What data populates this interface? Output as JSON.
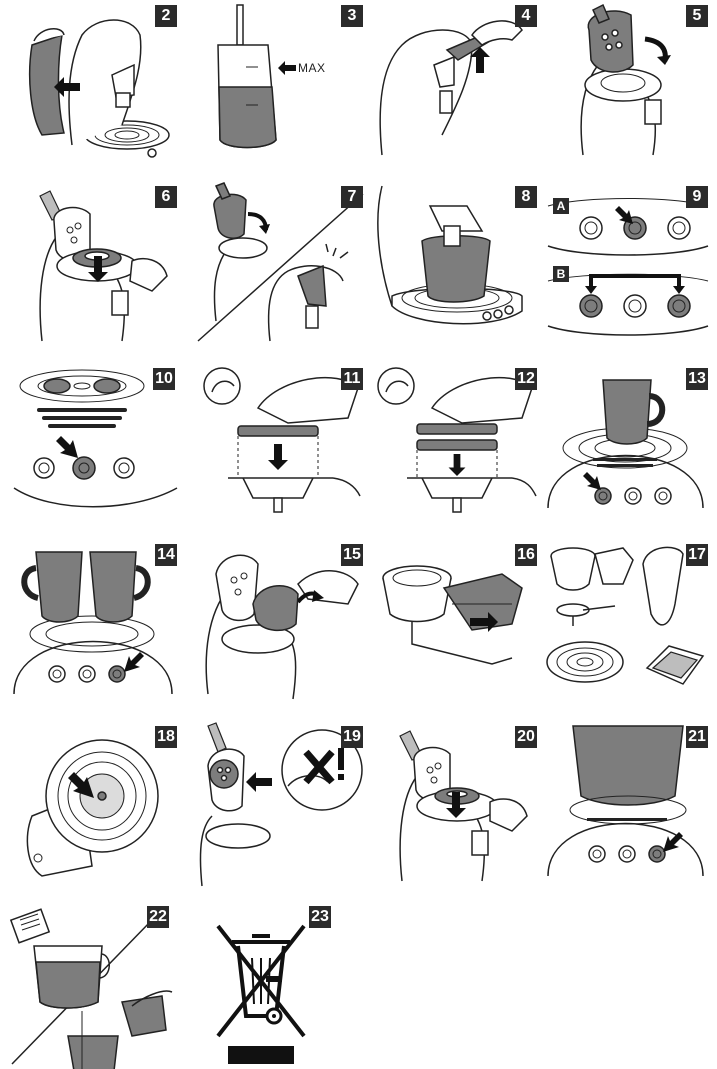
{
  "steps": [
    {
      "number": "2"
    },
    {
      "number": "3"
    },
    {
      "number": "4"
    },
    {
      "number": "5"
    },
    {
      "number": "6"
    },
    {
      "number": "7"
    },
    {
      "number": "8"
    },
    {
      "number": "9"
    },
    {
      "number": "10"
    },
    {
      "number": "11"
    },
    {
      "number": "12"
    },
    {
      "number": "13"
    },
    {
      "number": "14"
    },
    {
      "number": "15"
    },
    {
      "number": "16"
    },
    {
      "number": "17"
    },
    {
      "number": "18"
    },
    {
      "number": "19"
    },
    {
      "number": "20"
    },
    {
      "number": "21"
    },
    {
      "number": "22"
    },
    {
      "number": "23"
    }
  ],
  "labels": {
    "max": "MAX",
    "sub_a": "A",
    "sub_b": "B"
  },
  "colors": {
    "badge_bg": "#2b2b2b",
    "illustration_grey": "#7d7d7d",
    "line": "#222222"
  }
}
